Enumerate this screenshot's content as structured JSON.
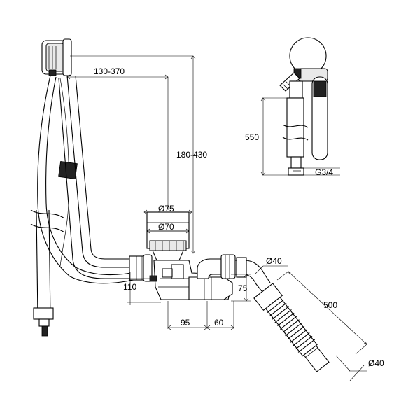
{
  "dimensions": {
    "d130_370": "130-370",
    "d180_430": "180-430",
    "d550": "550",
    "g34": "G3/4",
    "d75": "Ø75",
    "d70": "Ø70",
    "d40_top": "Ø40",
    "d500": "500",
    "d40_bottom": "Ø40",
    "d75_vert": "75",
    "d110": "110",
    "d95": "95",
    "d60": "60"
  }
}
